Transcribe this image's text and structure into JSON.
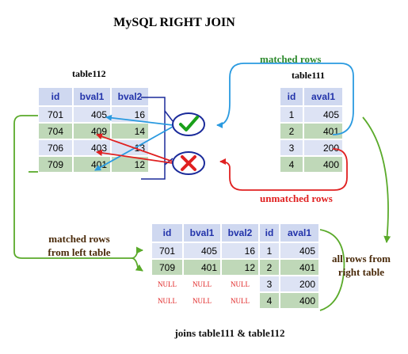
{
  "title": "MySQL RIGHT JOIN",
  "table112": {
    "name": "table112",
    "headers": [
      "id",
      "bval1",
      "bval2"
    ],
    "rows": [
      [
        "701",
        "405",
        "16"
      ],
      [
        "704",
        "409",
        "14"
      ],
      [
        "706",
        "403",
        "13"
      ],
      [
        "709",
        "401",
        "12"
      ]
    ]
  },
  "table111": {
    "name": "table111",
    "headers": [
      "id",
      "aval1"
    ],
    "rows": [
      [
        "1",
        "405"
      ],
      [
        "2",
        "401"
      ],
      [
        "3",
        "200"
      ],
      [
        "4",
        "400"
      ]
    ]
  },
  "result": {
    "headers": [
      "id",
      "bval1",
      "bval2",
      "id",
      "aval1"
    ],
    "rows": [
      [
        "701",
        "405",
        "16",
        "1",
        "405"
      ],
      [
        "709",
        "401",
        "12",
        "2",
        "401"
      ],
      [
        "NULL",
        "NULL",
        "NULL",
        "3",
        "200"
      ],
      [
        "NULL",
        "NULL",
        "NULL",
        "4",
        "400"
      ]
    ]
  },
  "labels": {
    "matched_rows": "matched rows",
    "unmatched_rows": "unmatched rows",
    "matched_left_1": "matched rows",
    "matched_left_2": "from left table",
    "all_right_1": "all rows from",
    "all_right_2": "right table",
    "footer": "joins table111 & table112"
  },
  "colors": {
    "match_line": "#2a9ae0",
    "unmatch_line": "#e02020",
    "flow_line": "#5aaa2a",
    "bracket": "#1a2a9a",
    "check": "#1aa01a",
    "cross": "#e02020"
  }
}
